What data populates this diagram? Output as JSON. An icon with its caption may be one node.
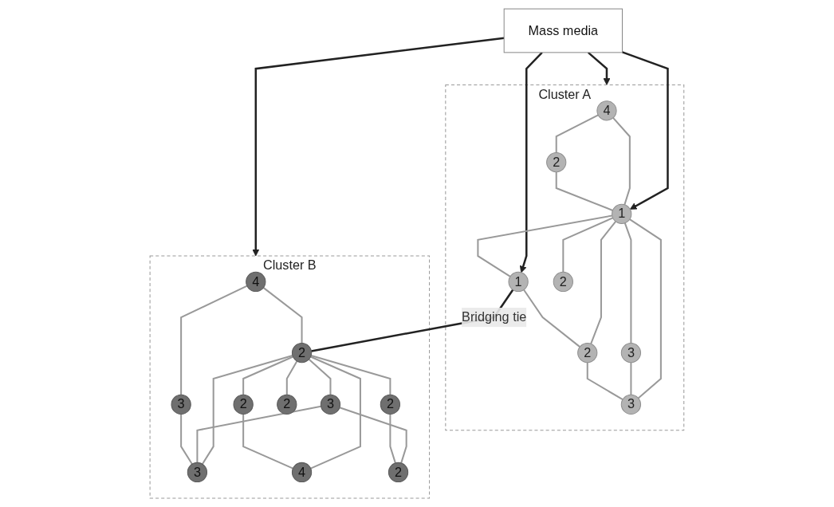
{
  "diagram": {
    "nodes": [
      {
        "text": [
          "Mass media"
        ]
      },
      {
        "text": [
          "Cluster A"
        ]
      },
      {
        "text": [
          "4"
        ],
        "in": 1
      },
      {
        "text": [
          "2"
        ],
        "in": 1
      },
      {
        "text": [
          "1"
        ],
        "in": 1
      },
      {
        "text": [
          "1"
        ],
        "in": 1
      },
      {
        "text": [
          "2"
        ],
        "in": 1
      },
      {
        "text": [
          "3"
        ],
        "in": 1
      },
      {
        "text": [
          "2"
        ],
        "in": 1
      },
      {
        "text": [
          "3"
        ],
        "in": 1
      },
      {
        "text": [
          "Cluster B"
        ]
      },
      {
        "text": [
          "4"
        ],
        "in": 10
      },
      {
        "text": [
          "3"
        ],
        "in": 10
      },
      {
        "text": [
          "3"
        ],
        "in": 10
      },
      {
        "text": [
          "2"
        ],
        "in": 10
      },
      {
        "text": [
          "2"
        ],
        "in": 10
      },
      {
        "text": [
          "2"
        ],
        "in": 10
      },
      {
        "text": [
          "3"
        ],
        "in": 10
      },
      {
        "text": [
          "4"
        ],
        "in": 10
      },
      {
        "text": [
          "2"
        ],
        "in": 10
      },
      {
        "text": [
          "2"
        ],
        "in": 10
      }
    ],
    "edges": [
      {
        "from": 0,
        "to": 1,
        "arrow": "to",
        "color": "#222222"
      },
      {
        "from": 0,
        "to": 10,
        "arrow": "to",
        "color": "#222222"
      },
      {
        "from": 0,
        "to": 4,
        "arrow": "to",
        "color": "#222222"
      },
      {
        "from": 0,
        "to": 5,
        "arrow": "to",
        "color": "#222222"
      },
      {
        "from": 2,
        "to": 4,
        "arrow": "none"
      },
      {
        "from": 2,
        "to": 3,
        "arrow": "none"
      },
      {
        "from": 3,
        "to": 4,
        "arrow": "none"
      },
      {
        "from": 4,
        "to": 5,
        "arrow": "none"
      },
      {
        "from": 4,
        "to": 6,
        "arrow": "none"
      },
      {
        "from": 4,
        "to": 7,
        "arrow": "none"
      },
      {
        "from": 4,
        "to": 9,
        "arrow": "none"
      },
      {
        "from": 4,
        "to": 8,
        "arrow": "none"
      },
      {
        "from": 5,
        "to": 8,
        "arrow": "none"
      },
      {
        "from": 7,
        "to": 9,
        "arrow": "none"
      },
      {
        "from": 8,
        "to": 9,
        "arrow": "none"
      },
      {
        "from": 5,
        "to": 14,
        "arrow": "none",
        "label": "Bridging tie",
        "color": "#222222"
      },
      {
        "from": 11,
        "to": 12,
        "arrow": "none"
      },
      {
        "from": 11,
        "to": 14,
        "arrow": "none"
      },
      {
        "from": 14,
        "to": 13,
        "arrow": "none"
      },
      {
        "from": 14,
        "to": 15,
        "arrow": "none"
      },
      {
        "from": 14,
        "to": 16,
        "arrow": "none"
      },
      {
        "from": 14,
        "to": 20,
        "arrow": "none"
      },
      {
        "from": 14,
        "to": 17,
        "arrow": "none"
      },
      {
        "from": 14,
        "to": 18,
        "arrow": "none"
      },
      {
        "from": 13,
        "to": 17,
        "arrow": "none"
      },
      {
        "from": 13,
        "to": 19,
        "arrow": "none"
      },
      {
        "from": 12,
        "to": 17,
        "arrow": "none"
      },
      {
        "from": 15,
        "to": 18,
        "arrow": "none"
      },
      {
        "from": 20,
        "to": 19,
        "arrow": "none"
      }
    ]
  }
}
